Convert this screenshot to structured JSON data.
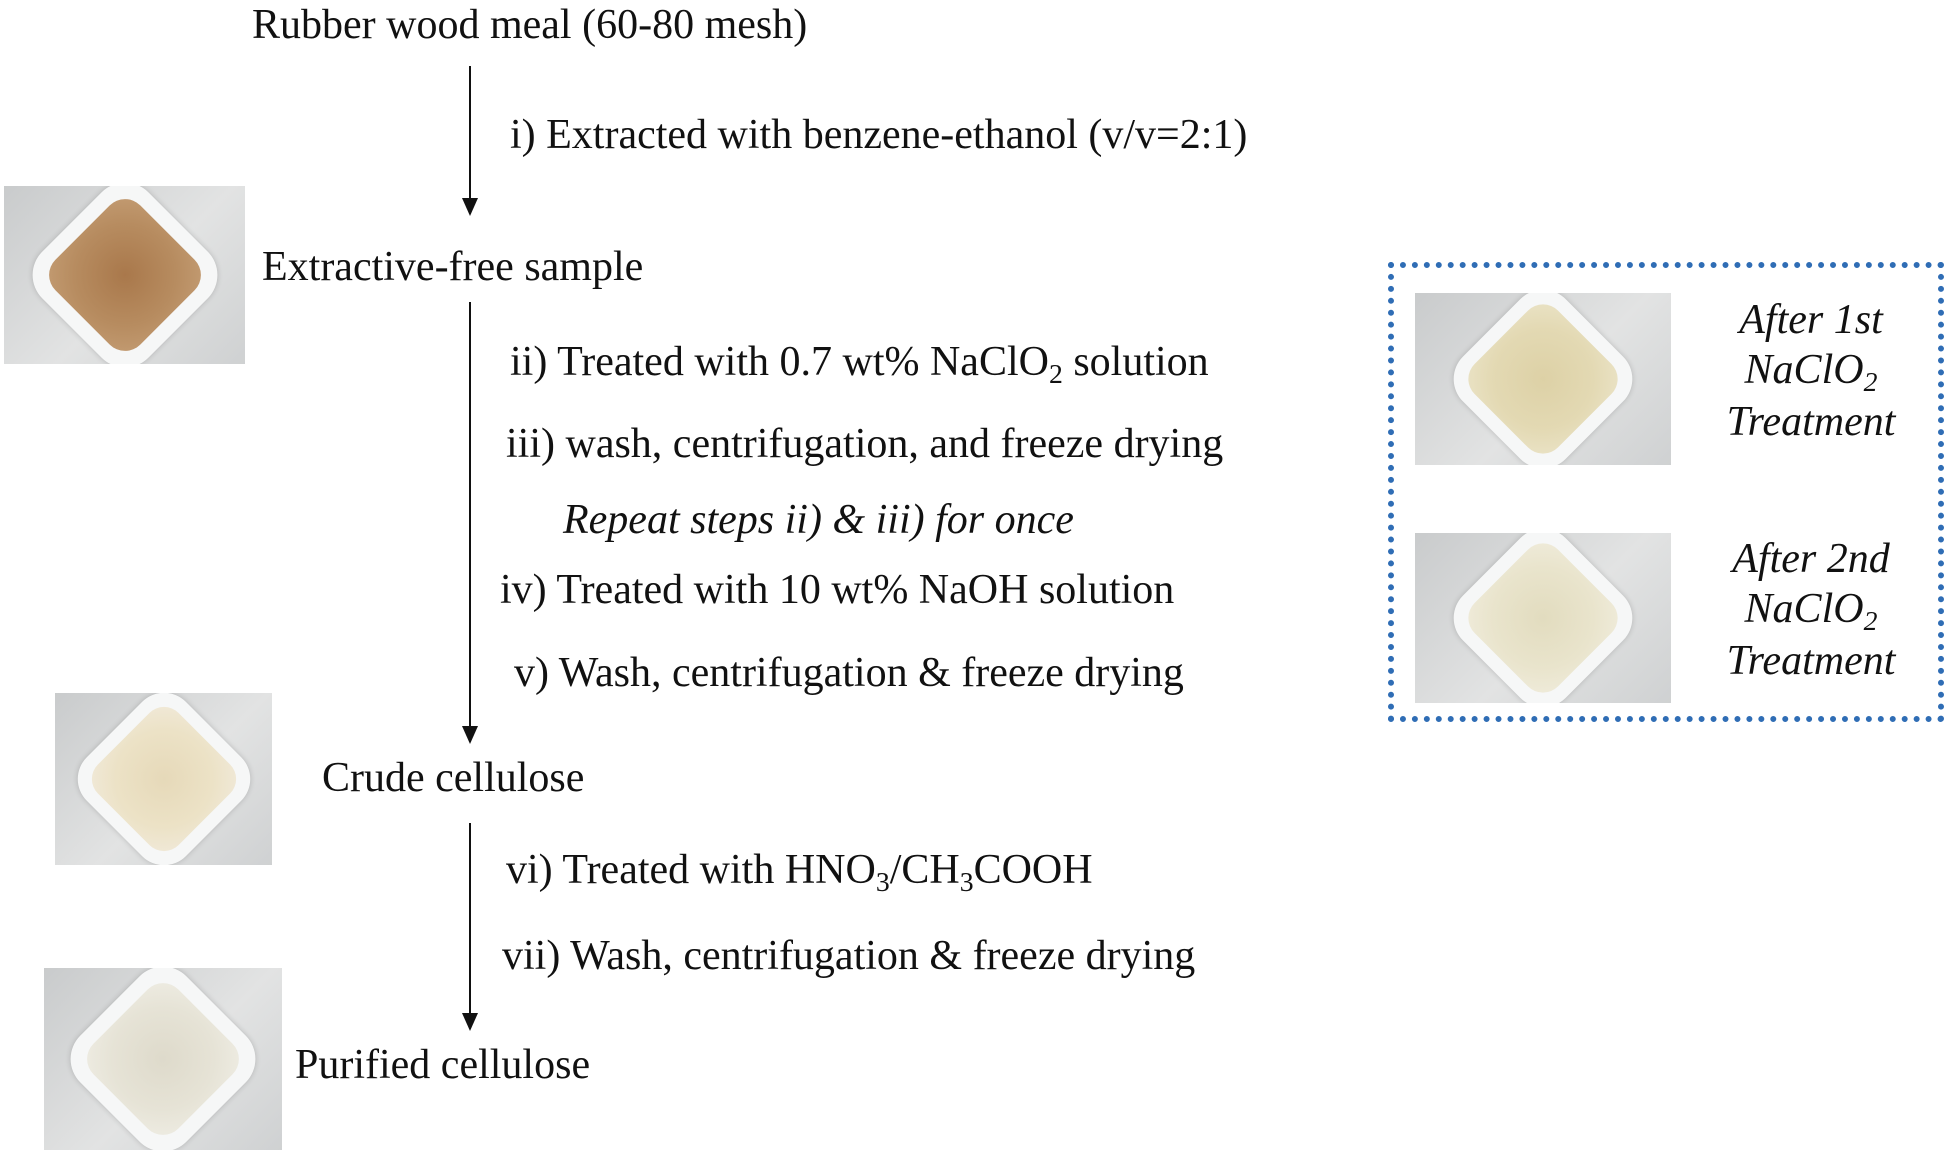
{
  "nodes": {
    "rubber_wood_meal": "Rubber wood meal (60-80 mesh)",
    "extractive_free_sample": "Extractive-free sample",
    "crude_cellulose": "Crude cellulose",
    "purified_cellulose": "Purified cellulose"
  },
  "steps": {
    "step_i": "i) Extracted with benzene-ethanol (v/v=2:1)",
    "step_ii_pre": "ii) Treated with 0.7 wt% NaClO",
    "step_ii_sub": "2",
    "step_ii_post": " solution",
    "step_iii": "iii) wash, centrifugation, and freeze drying",
    "repeat_note": "Repeat steps ii) & iii) for once",
    "step_iv": "iv) Treated with 10 wt% NaOH solution",
    "step_v": "v) Wash, centrifugation & freeze drying",
    "step_vi_a": "vi) Treated with HNO",
    "step_vi_sub1": "3",
    "step_vi_b": "/CH",
    "step_vi_sub2": "3",
    "step_vi_c": "COOH",
    "step_vii": "vii) Wash, centrifugation & freeze drying"
  },
  "inset": {
    "after_1st_line1": "After 1st",
    "after_1st_line2": "NaClO",
    "after_1st_sub": "2",
    "after_1st_line3": "Treatment",
    "after_2nd_line1": "After 2nd",
    "after_2nd_line2": "NaClO",
    "after_2nd_sub": "2",
    "after_2nd_line3": "Treatment"
  },
  "colors": {
    "inset_border": "#2f6db5",
    "wood_powder": "#b48a5e",
    "bleached_powder": "#e3d9b3",
    "crude_powder": "#ece2c6",
    "purified_powder": "#e6e3d6"
  }
}
